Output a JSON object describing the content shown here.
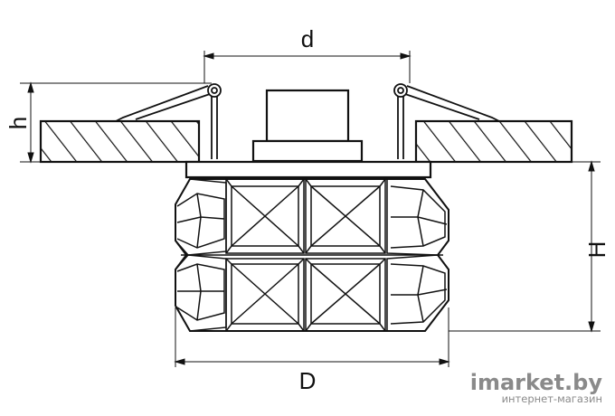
{
  "dimensions": {
    "d": "d",
    "h": "h",
    "H": "H",
    "D": "D"
  },
  "watermark": {
    "brand": "imarket.by",
    "tagline": "интернет-магазин"
  },
  "colors": {
    "line": "#111111",
    "watermark": "#8a8a8a"
  }
}
